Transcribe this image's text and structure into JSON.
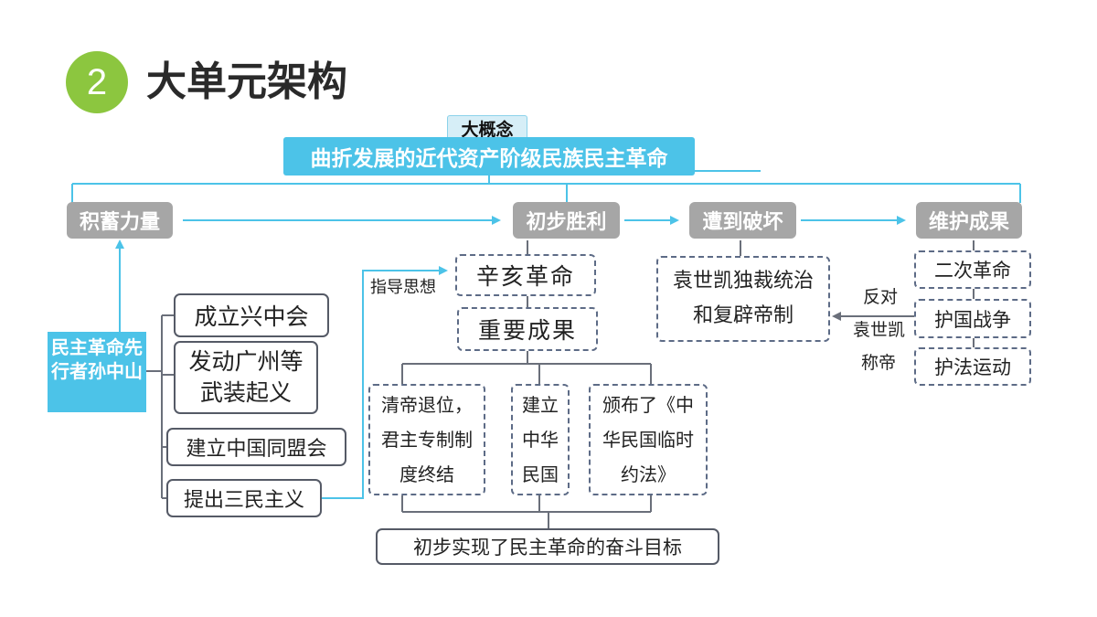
{
  "header": {
    "number": "2",
    "title": "大单元架构"
  },
  "concept": {
    "tag": "大概念",
    "text": "曲折发展的近代资产阶级民族民主革命"
  },
  "stages": {
    "accumulate": "积蓄力量",
    "victory": "初步胜利",
    "destroyed": "遭到破坏",
    "defend": "维护成果"
  },
  "pioneer": "民主革命先行者孙中山",
  "accumulate_items": {
    "item1": "成立兴中会",
    "item2": "发动广州等武装起义",
    "item3": "建立中国同盟会",
    "item4": "提出三民主义"
  },
  "guide_label": "指导思想",
  "revolution": "辛亥革命",
  "achievements": "重要成果",
  "results": {
    "r1": "清帝退位，君主专制制度终结",
    "r2": "建立中华民国",
    "r3": "颁布了《中华民国临时约法》"
  },
  "goal": "初步实现了民主革命的奋斗目标",
  "destroyed_box": "袁世凯独裁统治和复辟帝制",
  "oppose_label": {
    "line1": "反对",
    "line2": "袁世凯",
    "line3": "称帝"
  },
  "defend_items": {
    "d1": "二次革命",
    "d2": "护国战争",
    "d3": "护法运动"
  },
  "colors": {
    "accent_green": "#8cc63f",
    "accent_blue": "#4cc3e8",
    "stage_gray": "#a6a6a6"
  }
}
